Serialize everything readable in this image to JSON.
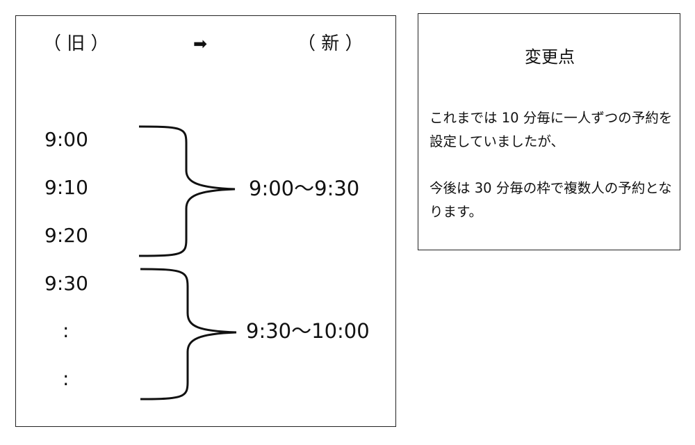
{
  "schedule": {
    "header": {
      "old_label": "（ 旧 ）",
      "arrow": "➡",
      "new_label": "（ 新 ）"
    },
    "old_times": [
      "9:00",
      "9:10",
      "9:20",
      "9:30",
      ":",
      ":"
    ],
    "new_ranges": [
      "9:00～9:30",
      "9:30～10:00"
    ]
  },
  "info": {
    "title": "変更点",
    "paragraph1": "これまでは 10 分毎に一人ずつの予約を設定していましたが、",
    "paragraph2": "今後は 30 分毎の枠で複数人の予約となります。"
  },
  "colors": {
    "border": "#222222",
    "text": "#111111",
    "background": "#ffffff"
  }
}
